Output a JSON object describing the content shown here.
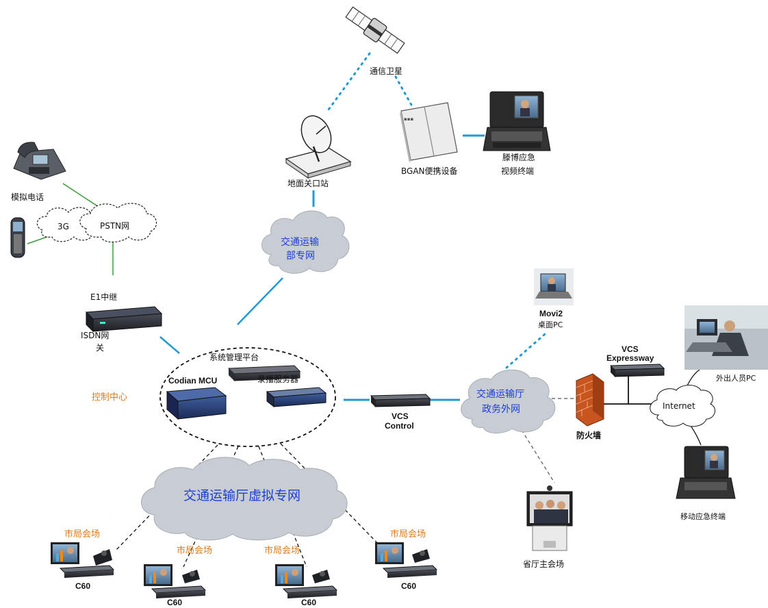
{
  "colors": {
    "link_blue": "#1d9ad6",
    "link_green": "#3c9a3a",
    "label_orange": "#e07b1a",
    "label_blue": "#1b3fd6",
    "cloud_fill": "#c8ccd3",
    "firewall": "#c8551f"
  },
  "nodes": {
    "satellite": "通信卫星",
    "ground_station": "地面关口站",
    "bgan": "BGAN便携设备",
    "tb_terminal_1": "滕博应急",
    "tb_terminal_2": "视频终端",
    "analog_phone": "模拟电话",
    "cloud_3g": "3G",
    "cloud_pstn": "PSTN网",
    "e1_trunk": "E1中继",
    "isdn_1": "ISDN网",
    "isdn_2": "关",
    "ministry_net_1": "交通运输",
    "ministry_net_2": "部专网",
    "mgmt_platform": "系统管理平台",
    "codian_mcu": "Codian MCU",
    "recording_server": "录播服务器",
    "control_center": "控制中心",
    "vcs_control_1": "VCS",
    "vcs_control_2": "Control",
    "gov_net_1": "交通运输厅",
    "gov_net_2": "政务外网",
    "movi2_1": "Movi2",
    "movi2_2": "桌面PC",
    "vcs_exp_1": "VCS",
    "vcs_exp_2": "Expressway",
    "firewall": "防火墙",
    "internet": "Internet",
    "mobile_pc": "外出人员PC",
    "mobile_terminal": "移动应急终端",
    "provincial_hall": "省厅主会场",
    "vpn_cloud": "交通运输厅虚拟专网",
    "venue_label": "市局会场",
    "codec_label": "C60"
  }
}
